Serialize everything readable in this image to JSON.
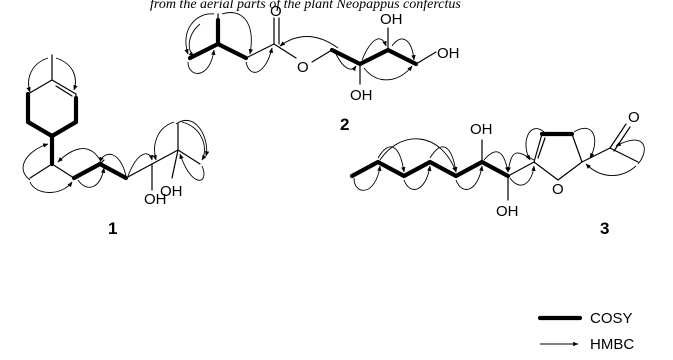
{
  "caption_fragment": "from the aerial parts of the plant Neopappus conferctus",
  "compounds": {
    "c1": {
      "label": "1",
      "atoms": [
        "OH",
        "OH"
      ]
    },
    "c2": {
      "label": "2",
      "atoms": [
        "O",
        "O",
        "OH",
        "OH",
        "OH"
      ]
    },
    "c3": {
      "label": "3",
      "atoms": [
        "OH",
        "O",
        "O",
        "OH"
      ]
    }
  },
  "legend": {
    "cosy": "COSY",
    "hmbc": "HMBC"
  }
}
